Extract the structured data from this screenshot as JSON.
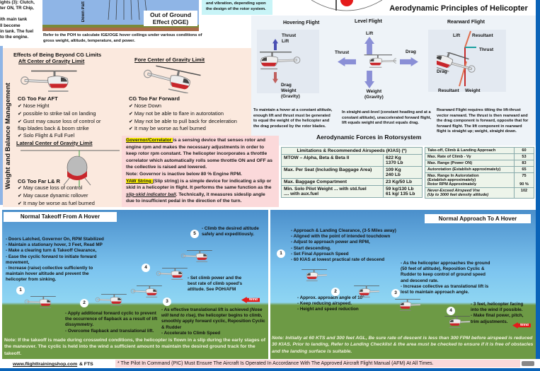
{
  "top_left": {
    "lines": [
      "ights (3): Clutch,",
      "ter ON, TR Chip,",
      "",
      "ith main tank",
      "ll become",
      "in tank. The fuel",
      "to the engine."
    ]
  },
  "oge": {
    "label": "Out of Ground Effect (OGE)",
    "downwash": "Down Patt",
    "caption": "Refer to the POH to calculate IGE/OGE hover ceilings under various conditions of gross weight, altitude, temperature, and power."
  },
  "vibration_note": {
    "text": "and vibration, depending upon the design of the rotor system."
  },
  "aero": {
    "title": "Aerodynamic Principles of Helicopter",
    "subtitle": "Aerodynamic Forces in Rotorsystem",
    "hovering": {
      "title": "Hovering Flight",
      "thrust_lift": "Thrust\nLift",
      "drag_weight": "Drag\nWeight\n(Gravity)",
      "text": "To maintain a hover at a constant altitude, enough lift and thrust must be generated to equal the weight of the helicopter and the drag produced by the rotor blades."
    },
    "level": {
      "title": "Level Flight",
      "lift": "Lift",
      "thrust": "Thrust",
      "drag": "Drag",
      "weight": "Weight\n(Gravity)",
      "text": "In straight-and-level (constant heading and at a constant altitude), unaccelerated forward flight, lift equals weight and thrust equals drag."
    },
    "rearward": {
      "title": "Rearward Flight",
      "lift": "Lift",
      "resultant_top": "Resultant",
      "thrust": "Thrust",
      "drag": "Drag",
      "resultant_bottom": "Resultant",
      "weight": "Weight",
      "text": "Rearward Flight requires tilting the lift-thrust vector rearward. The thrust is then rearward and the drag component is forward, opposite that for forward flight. The lift component in rearward flight is straight up; weight, straight down."
    }
  },
  "wb": {
    "side_title": "Weight and Balance Management",
    "title": "Effects of Being Beyond CG Limits",
    "aft": {
      "title": "Aft Center of Gravity Limit",
      "heading": "CG Too Far AFT",
      "items": [
        "Nose Hight",
        "possible to strike tail on landing",
        "Gust may cause loss of control or flap blades back & boom strike",
        "Solo Flight & Full Fuel"
      ]
    },
    "fore": {
      "title": "Fore Center of Gravity Limit",
      "heading": "CG Too Far Forward",
      "items": [
        "Nose Down",
        "May not be able to flare in autorotation",
        "May not be able to pull back for deceleration",
        "It may be worse as fuel burned"
      ]
    },
    "lateral": {
      "title": "Lateral Center of Gravity Limit",
      "heading": "CG Too Far L& R",
      "items": [
        "May cause loss of control",
        "May cause dynamic  rollover",
        "It may be worse as fuel burned"
      ]
    }
  },
  "governor": {
    "term1": "Governor/Correlator ",
    "text1": " is a sensing device that senses rotor and engine rpm and makes the necessary adjustments in order to keep rotor rpm constant. The helicopter incorporates a throttle correlator which automatically rolls some throttle ON and OFF as the collective is raised and lowered.",
    "note": "Note: Governor is inactive below 80 % Engine RPM.",
    "term2": "YAW String ",
    "text2a": "(Slip string) is a simple device for indicating a slip or skid in a helicopter in flight. It performs the same function as the ",
    "ball": "slip-skid indicator ball",
    "text2b": ". Technically, it measures sideslip angle due to insufficient pedal in the direction of the turn."
  },
  "limits": {
    "header": "Limitations & Recommended  Airspeeds (KIAS) (*)",
    "rows": [
      [
        "MTOW – Alpha, Beta & Beta II",
        "622 Kg\n1370 Lb"
      ],
      [
        "Max. Per Seat (Including Baggage Area)",
        "109 Kg\n240 Lb"
      ],
      [
        "Max. Baggage Compartment",
        "23 Kg/50 Lb"
      ],
      [
        "Min. Solo Pilot Weight ... with std.fuel\n.... with aux.fuel",
        "59 kg/130 Lb\n61 kg/ 135 Lb"
      ]
    ],
    "speeds": [
      [
        "Take-off, Climb & Landing Approach",
        "60"
      ],
      [
        "Max. Rate of Climb - Vy",
        "53"
      ],
      [
        "Max. Range (Power ON)",
        "83"
      ],
      [
        "Autorotation (Establish approximately)",
        "65"
      ],
      [
        "Max. Range In Autorotation\n(Establish approximately)\nRotor RPM Approximately",
        "75\n\n90 %"
      ],
      [
        "Never-Exceed Airspeed Vne\n(Up to 3000 feet density altitude)",
        "102"
      ]
    ]
  },
  "takeoff": {
    "title": "Normal Takeoff From A Hover",
    "step1": "- Doors Latched, Governor On, RPM Stabilized\n- Maintain a stationary hover, 3 Feet, Read MP\n- Make a clearing turn & Takeoff Clearance,\n- Ease the cyclic forward to initiate forward movement,\n- Increase (raise) collective sufficiently to maintain hover altitude and prevent the helicopter from sinking.",
    "step2": "- Apply additional forward cyclic to prevent the occurrence of flapback as a result of lift dissymmetry.\n- Overcome flapback and translational lift.",
    "step3a": "- As effective translational lift is achieved ",
    "step3i": "(Nose will tend to rise)",
    "step3b": ", the helicopter begins to climb, smoothly apply forward cyclic, Reposition Cyclic & Rudder\n- Accelerate to Climb Speed",
    "step4": "- Set climb power and the best rate of climb speed's attitude. See POH/AFM",
    "step5": "- Climb the desired altitude safely and expeditiously.",
    "wind": "Wind",
    "numbers": [
      "1",
      "2",
      "3",
      "4",
      "5"
    ],
    "note": "Note: If the takeoff is made during crosswind conditions, the helicopter is flown in a slip during the early stages of the maneuver. The cyclic is held into the wind a sufficient amount to maintain the desired ground track for the takeoff."
  },
  "approach": {
    "title": "Normal Approach To A Hover",
    "step1": "- Approach & Landing Clearance, (3-5 Miles away)\n- Aligned with the point of intended touchdown\n- Adjust to approach power and RPM,\n- Start descending.\n- Set Final Approach Speed\n- 60 KIAS at lowest practical rate of descend",
    "step2": "- Approx. approach angle of 10°\n- Keep reducing airspeed.\n- Height and speed reduction",
    "step3": "- As the helicopter approaches the ground (50 feet of altitude), Reposition Cyclic & Rudder to keep control of ground speed and descend rate.\n- Increase collective as translational lift is lost to maintain approach angle.",
    "step4": "- 3 feet, helicopter facing into the wind if possible.\n- Make final power, pitch, trim  adjustments.",
    "wind": "Wind",
    "numbers": [
      "1",
      "2",
      "3",
      "4"
    ],
    "note": "Note: Initially at 60 KTS and 300 feet AGL, Be sure rate of descent is less than 300 FPM before airspeed is reduced 30 KIAS. Prior to landing, Refer to Landing Checklist & the area must be checked to ensure if it is free of obstacles and the landing surface is suitable."
  },
  "footer": {
    "link": "www.flighttrainingshop.com",
    "suffix": " & FTS",
    "disclaimer": "* The Pilot In Command (PIC) Must Ensure The Aircraft Is Operated In Accordance With The Approved Aircraft Flight Manual (AFM) At All Times."
  },
  "colors": {
    "border_blue": "#0a63b8",
    "peach": "#fbe9de",
    "pink": "#fbd9da",
    "aero_bg": "#eef3f8",
    "highlight": "#fff200",
    "grass": "#6d9a45"
  }
}
